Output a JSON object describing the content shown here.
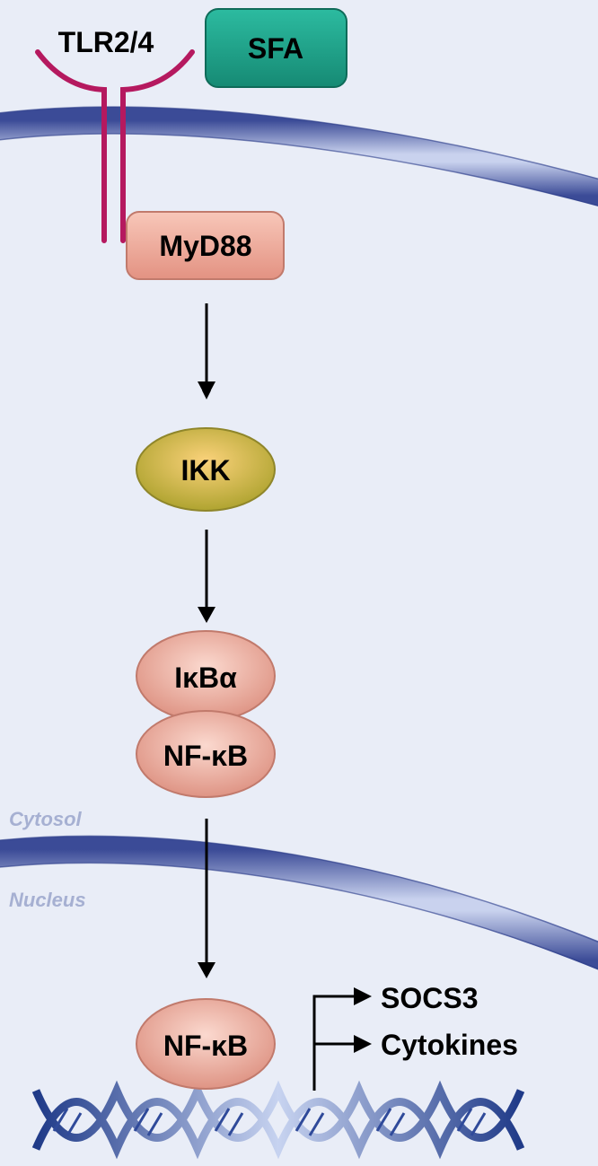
{
  "diagram": {
    "receptor": {
      "label": "TLR2/4",
      "color": "#b5195f"
    },
    "ligand": {
      "label": "SFA",
      "fill": "#1aa58b"
    },
    "adaptor": {
      "label": "MyD88",
      "fill": "#e9a293"
    },
    "kinase": {
      "label": "IKK",
      "fill": "#d4b94a"
    },
    "inhibitor": {
      "label": "IκBα",
      "fill": "#e9a293"
    },
    "tf_cytosol": {
      "label": "NF-κB",
      "fill": "#e9a293"
    },
    "tf_nucleus": {
      "label": "NF-κB",
      "fill": "#e9a293"
    },
    "compartments": {
      "top": "Cytosol",
      "bottom": "Nucleus"
    },
    "targets": [
      "SOCS3",
      "Cytokines"
    ],
    "membrane_color": "#4a5aa6",
    "dna_color": "#2f4a9a"
  }
}
